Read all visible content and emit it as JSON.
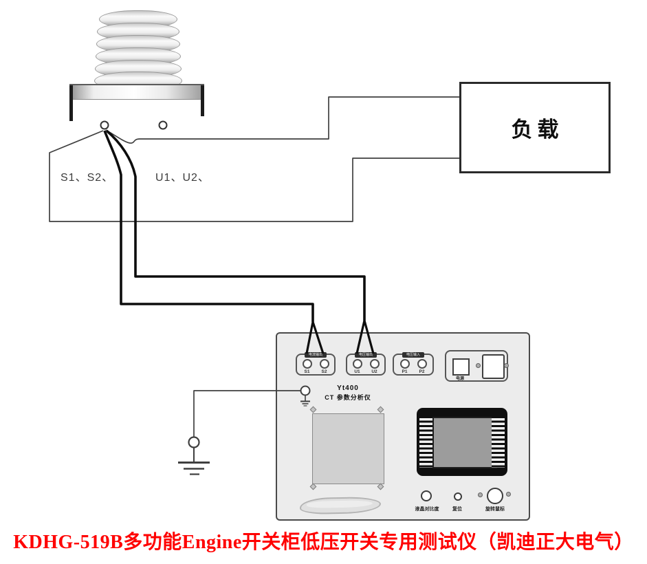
{
  "diagram": {
    "ct_secondary_label": "S1、S2、",
    "ct_primary_label": "U1、U2、",
    "load_label": "负载"
  },
  "instrument": {
    "model": "Yt400",
    "name": "CT 参数分析仪",
    "jack_groups": [
      {
        "caption": "电流输出",
        "jacks": [
          "S1",
          "S2"
        ]
      },
      {
        "caption": "电压输出",
        "jacks": [
          "U1",
          "U2"
        ]
      },
      {
        "caption": "电压输入",
        "jacks": [
          "P1",
          "P2"
        ]
      }
    ],
    "power_label": "电源",
    "controls": [
      "液晶对比度",
      "复位",
      "旋转鼠标"
    ]
  },
  "caption": {
    "text": "KDHG-519B多功能Engine开关柜低压开关专用测试仪（凯迪正大电气）",
    "color": "#ff0000"
  },
  "colors": {
    "wire_thin": "#3f3f3f",
    "wire_thick": "#0d0d0d",
    "panel_bg": "#ececec"
  }
}
